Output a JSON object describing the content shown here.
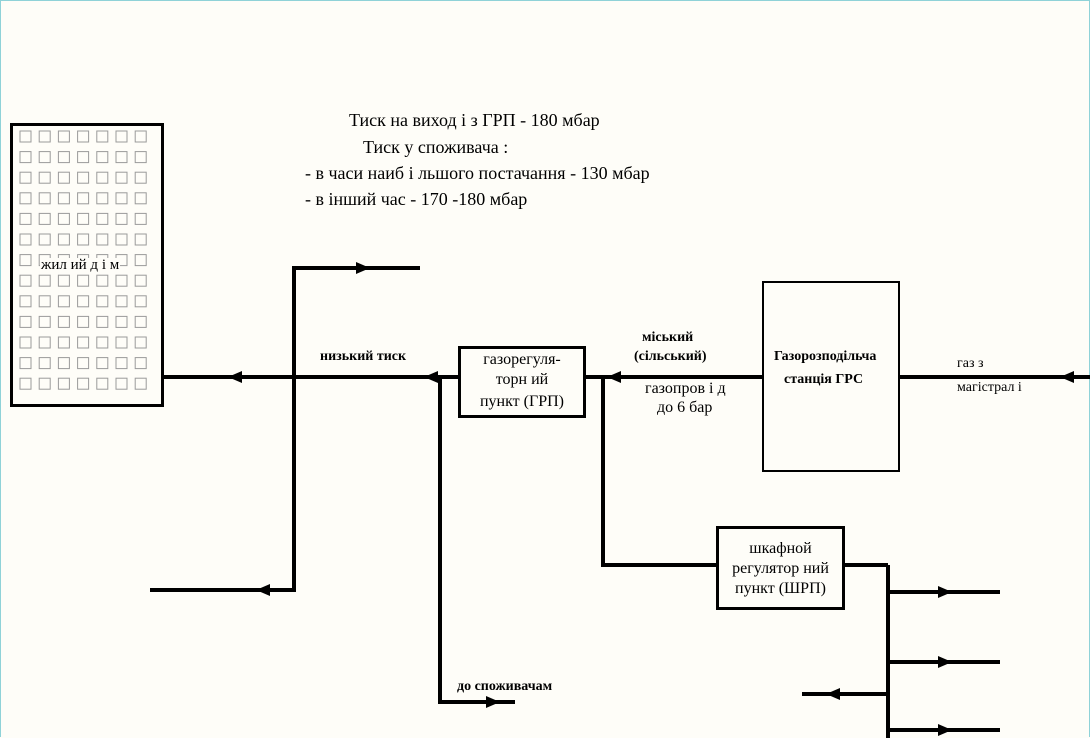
{
  "info": {
    "line1": "Тиск  на виход і   з ГРП - 180 мбар",
    "line2": "Тиск  у   споживача :",
    "line3": "- в часи наиб і льшого постачання  - 130 мбар",
    "line4": "- в    інший час          - 170 -180 мбар"
  },
  "labels": {
    "house": "жил ий д і м",
    "low_pressure": "низький тиск",
    "grp_1": "газорегуля-",
    "grp_2": "торн ий",
    "grp_3": "пункт (ГРП)",
    "city_1": "міський",
    "city_2": "(сільський)",
    "pipe_1": "газопров і д",
    "pipe_2": "до 6 бар",
    "grs_1": "Газорозподільча",
    "grs_2": "станція ГРС",
    "main_1": "газ   з",
    "main_2": "магістрал і",
    "shrp_1": "шкафной",
    "shrp_2": "регулятор ний",
    "shrp_3": "пункт (ШРП)",
    "consumers": "до споживачам"
  }
}
